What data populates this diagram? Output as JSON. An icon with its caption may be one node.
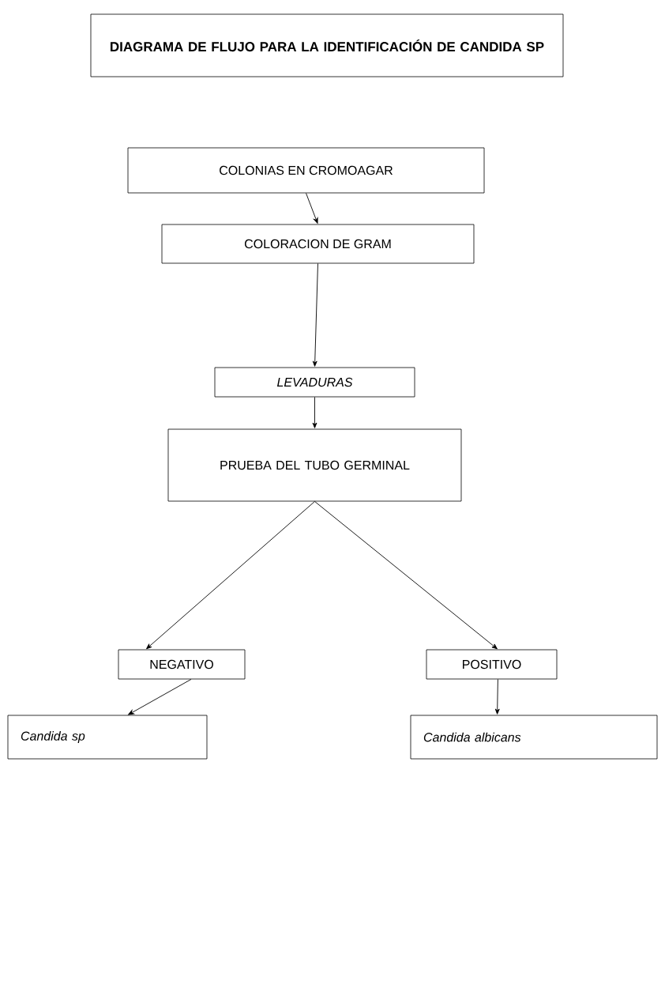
{
  "diagram": {
    "title": "DIAGRAMA DE FLUJO PARA LA IDENTIFICACIÓN DE CANDIDA SP",
    "nodes": [
      {
        "text": [
          "COLONIAS EN CROMOAGAR"
        ]
      },
      {
        "text": [
          "COLORACION DE GRAM"
        ]
      },
      {
        "text": [
          "LEVADURAS"
        ]
      },
      {
        "text": [
          "PRUEBA DEL TUBO GERMINAL"
        ]
      },
      {
        "text": [
          "NEGATIVO"
        ]
      },
      {
        "text": [
          "POSITIVO"
        ]
      },
      {
        "text": [
          "Candida sp"
        ]
      },
      {
        "text": [
          "Candida albicans"
        ]
      }
    ],
    "edges": [
      {
        "from": 0,
        "to": 1,
        "arrow": "to"
      },
      {
        "from": 1,
        "to": 2,
        "arrow": "to"
      },
      {
        "from": 2,
        "to": 3,
        "arrow": "to"
      },
      {
        "from": 3,
        "to": 4,
        "arrow": "to"
      },
      {
        "from": 3,
        "to": 5,
        "arrow": "to"
      },
      {
        "from": 4,
        "to": 6,
        "arrow": "to"
      },
      {
        "from": 5,
        "to": 7,
        "arrow": "to"
      }
    ]
  }
}
